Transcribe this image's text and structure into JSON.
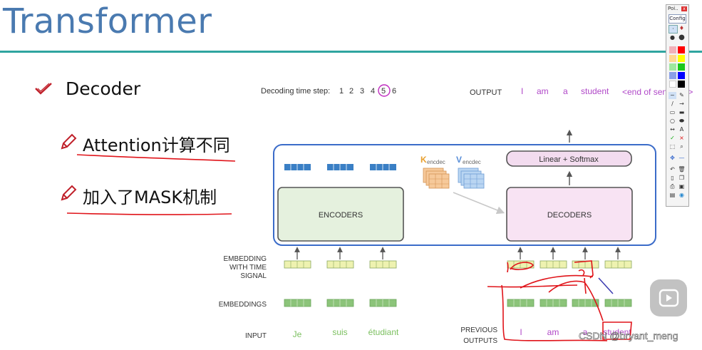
{
  "slide": {
    "title": "Transformer"
  },
  "bullets": {
    "main": "Decoder",
    "sub1": "Attention计算不同",
    "sub2": "加入了MASK机制"
  },
  "figure": {
    "time_step_label": "Decoding time step:",
    "time_steps": [
      "1",
      "2",
      "3",
      "4",
      "5",
      "6"
    ],
    "output_label": "OUTPUT",
    "outputs": [
      "I",
      "am",
      "a",
      "student",
      "<end of sentence>"
    ],
    "k_label": "K",
    "k_sub": "encdec",
    "v_label": "V",
    "v_sub": "encdec",
    "linear_softmax": "Linear + Softmax",
    "encoders": "ENCODERS",
    "decoders": "DECODERS",
    "row_labels": {
      "embedding_time_1": "EMBEDDING",
      "embedding_time_2": "WITH TIME",
      "embedding_time_3": "SIGNAL",
      "embeddings": "EMBEDDINGS",
      "input": "INPUT",
      "previous_1": "PREVIOUS",
      "previous_2": "OUTPUTS"
    },
    "inputs": [
      "Je",
      "suis",
      "étudiant"
    ],
    "previous_outputs": [
      "I",
      "am",
      "a",
      "student"
    ]
  },
  "toolbar": {
    "title": "Poi..",
    "close": "x",
    "config": "Config"
  },
  "watermark": "CSDN @bryant_meng",
  "colors": {
    "title": "#4a7ab0",
    "rule": "#2fa5a0",
    "frame": "#3b6cc9",
    "purple": "#c02cc0",
    "red_ink": "#e0141a",
    "encoder_fill": "#e5f1de",
    "decoder_fill": "#f8e3f3",
    "embed_green": "#8cc47a",
    "time_yellow": "#eef2b0",
    "enc_blue": "#3a7fc5"
  },
  "icons": [
    "check-icon",
    "pencil-icon",
    "play-icon"
  ]
}
